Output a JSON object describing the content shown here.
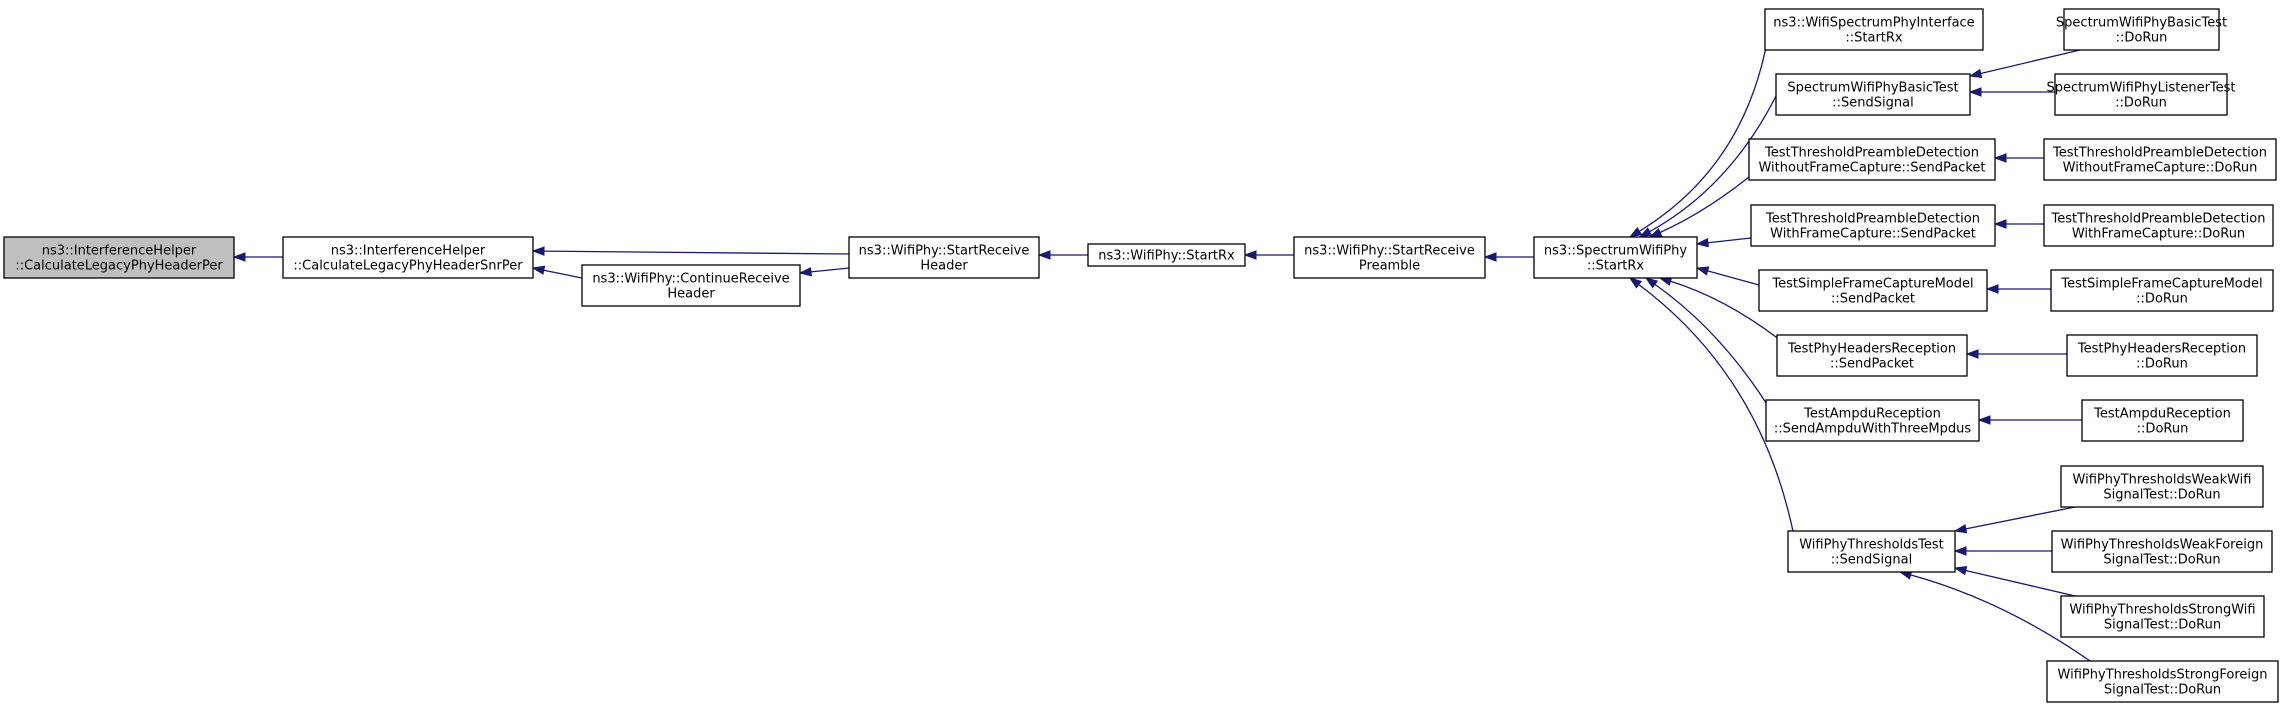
{
  "graph": {
    "colors": {
      "edge": "#191970",
      "root_fill": "#bfbfbf",
      "node_fill": "#ffffff",
      "border": "#000000"
    },
    "nodes": [
      {
        "id": "n0",
        "lines": [
          "ns3::InterferenceHelper",
          "::CalculateLegacyPhyHeaderPer"
        ],
        "root": true
      },
      {
        "id": "n1",
        "lines": [
          "ns3::InterferenceHelper",
          "::CalculateLegacyPhyHeaderSnrPer"
        ]
      },
      {
        "id": "n2",
        "lines": [
          "ns3::WifiPhy::ContinueReceive",
          "Header"
        ]
      },
      {
        "id": "n3",
        "lines": [
          "ns3::WifiPhy::StartReceive",
          "Header"
        ]
      },
      {
        "id": "n4",
        "lines": [
          "ns3::WifiPhy::StartRx"
        ]
      },
      {
        "id": "n5",
        "lines": [
          "ns3::WifiPhy::StartReceive",
          "Preamble"
        ]
      },
      {
        "id": "n6",
        "lines": [
          "ns3::SpectrumWifiPhy",
          "::StartRx"
        ]
      },
      {
        "id": "n7",
        "lines": [
          "ns3::WifiSpectrumPhyInterface",
          "::StartRx"
        ]
      },
      {
        "id": "n8",
        "lines": [
          "SpectrumWifiPhyBasicTest",
          "::SendSignal"
        ]
      },
      {
        "id": "n9",
        "lines": [
          "TestThresholdPreambleDetection",
          "WithoutFrameCapture::SendPacket"
        ]
      },
      {
        "id": "n10",
        "lines": [
          "TestThresholdPreambleDetection",
          "WithFrameCapture::SendPacket"
        ]
      },
      {
        "id": "n11",
        "lines": [
          "TestSimpleFrameCaptureModel",
          "::SendPacket"
        ]
      },
      {
        "id": "n12",
        "lines": [
          "TestPhyHeadersReception",
          "::SendPacket"
        ]
      },
      {
        "id": "n13",
        "lines": [
          "TestAmpduReception",
          "::SendAmpduWithThreeMpdus"
        ]
      },
      {
        "id": "n14",
        "lines": [
          "WifiPhyThresholdsTest",
          "::SendSignal"
        ]
      },
      {
        "id": "n15",
        "lines": [
          "SpectrumWifiPhyBasicTest",
          "::DoRun"
        ]
      },
      {
        "id": "n16",
        "lines": [
          "SpectrumWifiPhyListenerTest",
          "::DoRun"
        ]
      },
      {
        "id": "n17",
        "lines": [
          "TestThresholdPreambleDetection",
          "WithoutFrameCapture::DoRun"
        ]
      },
      {
        "id": "n18",
        "lines": [
          "TestThresholdPreambleDetection",
          "WithFrameCapture::DoRun"
        ]
      },
      {
        "id": "n19",
        "lines": [
          "TestSimpleFrameCaptureModel",
          "::DoRun"
        ]
      },
      {
        "id": "n20",
        "lines": [
          "TestPhyHeadersReception",
          "::DoRun"
        ]
      },
      {
        "id": "n21",
        "lines": [
          "TestAmpduReception",
          "::DoRun"
        ]
      },
      {
        "id": "n22",
        "lines": [
          "WifiPhyThresholdsWeakWifi",
          "SignalTest::DoRun"
        ]
      },
      {
        "id": "n23",
        "lines": [
          "WifiPhyThresholdsWeakForeign",
          "SignalTest::DoRun"
        ]
      },
      {
        "id": "n24",
        "lines": [
          "WifiPhyThresholdsStrongWifi",
          "SignalTest::DoRun"
        ]
      },
      {
        "id": "n25",
        "lines": [
          "WifiPhyThresholdsStrongForeign",
          "SignalTest::DoRun"
        ]
      }
    ],
    "edges": [
      {
        "from": "n1",
        "to": "n0"
      },
      {
        "from": "n3",
        "to": "n1"
      },
      {
        "from": "n2",
        "to": "n1"
      },
      {
        "from": "n3",
        "to": "n2"
      },
      {
        "from": "n4",
        "to": "n3"
      },
      {
        "from": "n5",
        "to": "n4"
      },
      {
        "from": "n6",
        "to": "n5"
      },
      {
        "from": "n7",
        "to": "n6"
      },
      {
        "from": "n8",
        "to": "n6"
      },
      {
        "from": "n9",
        "to": "n6"
      },
      {
        "from": "n10",
        "to": "n6"
      },
      {
        "from": "n11",
        "to": "n6"
      },
      {
        "from": "n12",
        "to": "n6"
      },
      {
        "from": "n13",
        "to": "n6"
      },
      {
        "from": "n14",
        "to": "n6"
      },
      {
        "from": "n15",
        "to": "n8"
      },
      {
        "from": "n16",
        "to": "n8"
      },
      {
        "from": "n17",
        "to": "n9"
      },
      {
        "from": "n18",
        "to": "n10"
      },
      {
        "from": "n19",
        "to": "n11"
      },
      {
        "from": "n20",
        "to": "n12"
      },
      {
        "from": "n21",
        "to": "n13"
      },
      {
        "from": "n22",
        "to": "n14"
      },
      {
        "from": "n23",
        "to": "n14"
      },
      {
        "from": "n24",
        "to": "n14"
      },
      {
        "from": "n25",
        "to": "n14"
      }
    ]
  }
}
